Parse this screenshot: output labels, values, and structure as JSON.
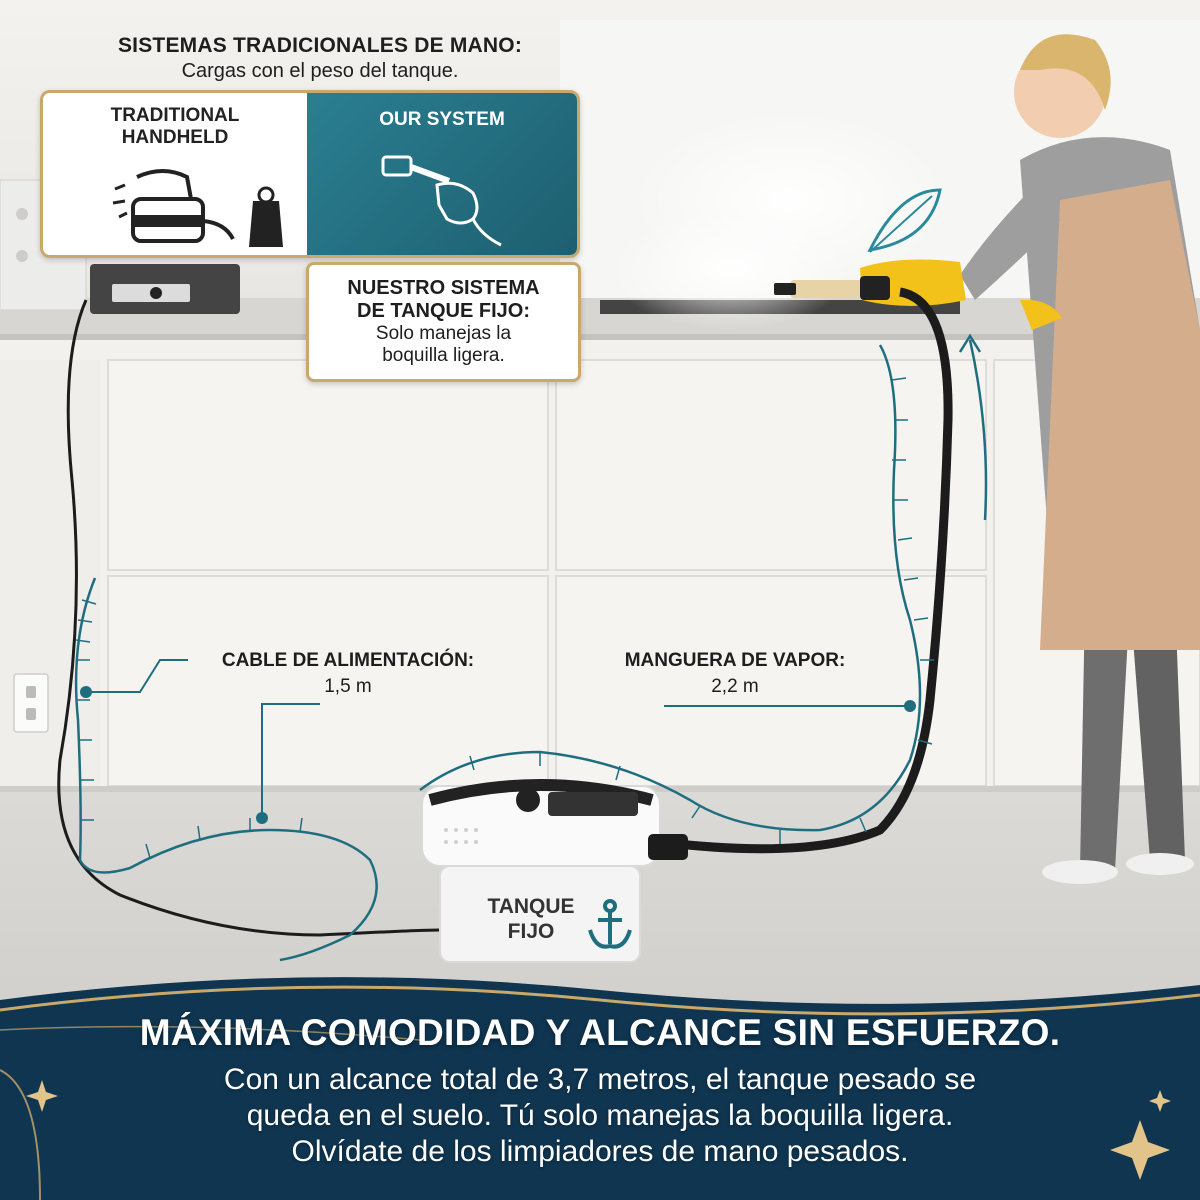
{
  "header": {
    "title": "SISTEMAS TRADICIONALES DE MANO:",
    "subtitle": "Cargas con el peso del tanque."
  },
  "comparison": {
    "left_title_line1": "TRADITIONAL",
    "left_title_line2": "HANDHELD",
    "right_title": "OUR SYSTEM"
  },
  "tank_system": {
    "title_line1": "NUESTRO SISTEMA",
    "title_line2": "DE TANQUE FIJO:",
    "body_line1": "Solo manejas la",
    "body_line2": "boquilla ligera."
  },
  "power_cable": {
    "label": "CABLE DE ALIMENTACIÓN:",
    "value": "1,5 m"
  },
  "steam_hose": {
    "label": "MANGUERA DE VAPOR:",
    "value": "2,2 m"
  },
  "tank": {
    "label_line1": "TANQUE",
    "label_line2": "FIJO"
  },
  "footer": {
    "title": "MÁXIMA COMODIDAD Y ALCANCE SIN ESFUERZO.",
    "line1": "Con un alcance total de 3,7 metros, el tanque pesado se",
    "line2": "queda en el suelo. Tú solo manejas la boquilla ligera.",
    "line3": "Olvídate de los limpiadores de mano pesados."
  },
  "colors": {
    "teal": "#1f6e80",
    "gold": "#c9a86b",
    "glove": "#f2c21b",
    "navy": "#0f3550"
  }
}
